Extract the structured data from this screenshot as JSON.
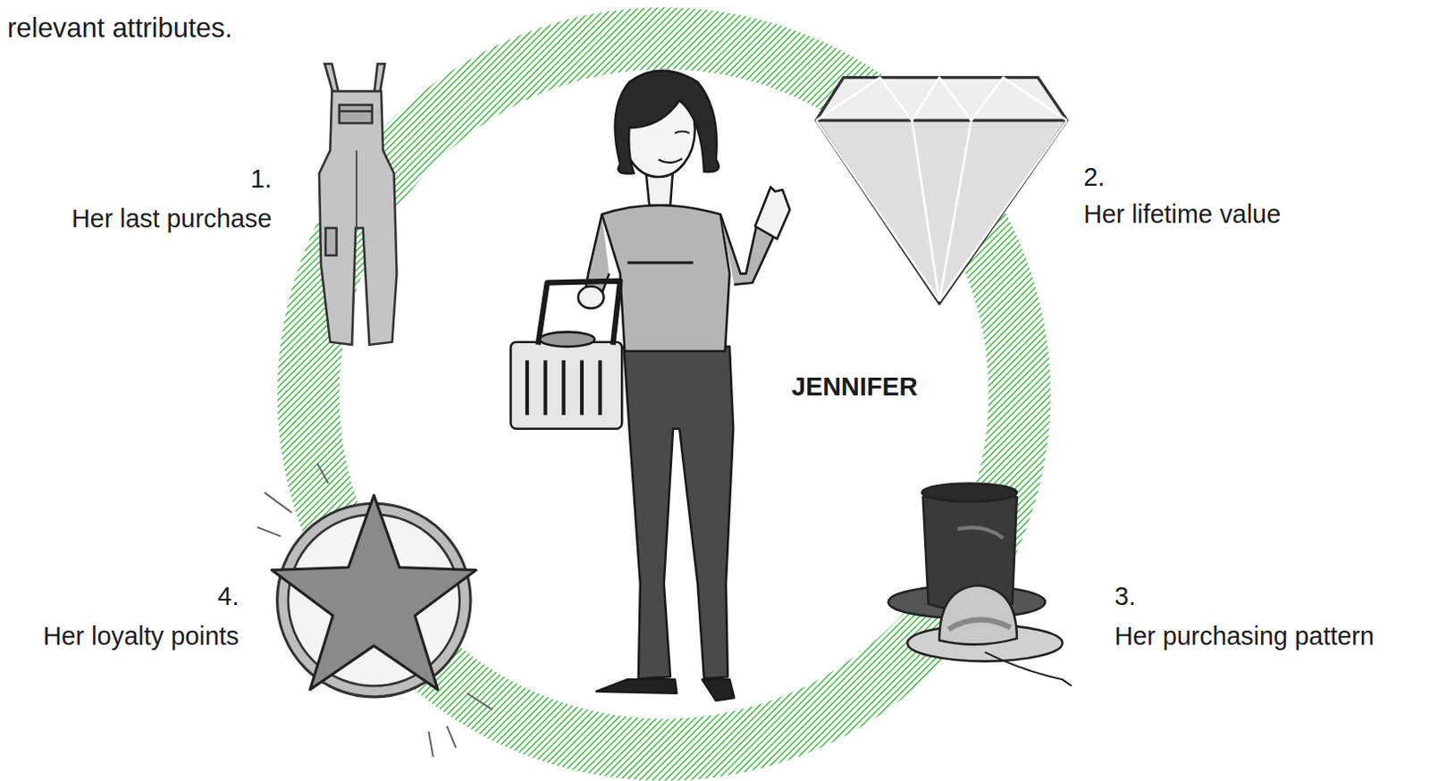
{
  "diagram": {
    "labels": [
      "relevant attributes.",
      "1.",
      "Her last purchase",
      "2.",
      "Her lifetime value",
      "3.",
      "Her purchasing pattern",
      "4.",
      "Her loyalty points",
      "JENNIFER"
    ]
  }
}
